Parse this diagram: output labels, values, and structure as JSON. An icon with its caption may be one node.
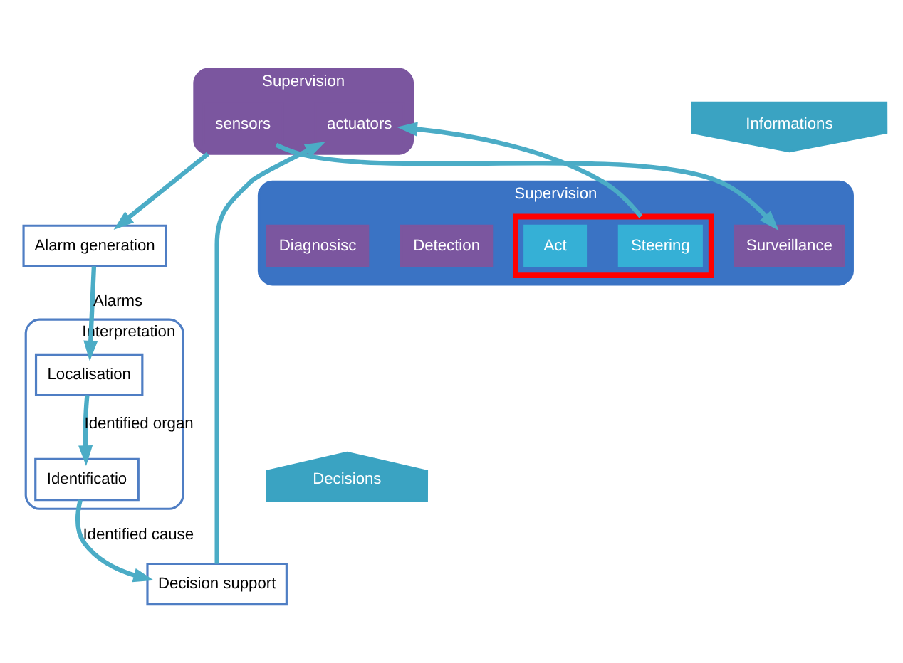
{
  "diagram": {
    "nodes": [
      {
        "text": [
          "Supervision"
        ]
      },
      {
        "text": [
          "sensors"
        ],
        "in": 0
      },
      {
        "text": [
          "actuators"
        ],
        "in": 0
      },
      {
        "text": [
          "Informations"
        ]
      },
      {
        "text": [
          "Decisions"
        ]
      },
      {
        "text": [
          "Supervision"
        ]
      },
      {
        "text": [
          "Surveillance"
        ],
        "in": 5
      },
      {
        "text": [
          "Detection"
        ],
        "in": 5
      },
      {
        "text": [
          "Diagnosisc"
        ],
        "in": 5
      },
      {
        "text": [],
        "shape": "box",
        "in": 5
      },
      {
        "text": [
          "Steering"
        ],
        "in": 9
      },
      {
        "text": [
          "Act"
        ],
        "in": 9
      },
      {
        "text": [
          "Alarm generation"
        ]
      },
      {
        "text": [
          "Interpretation"
        ]
      },
      {
        "text": [
          "Localisation"
        ],
        "in": 13
      },
      {
        "text": [
          "Identificatio"
        ],
        "in": 13
      },
      {
        "text": [
          "Decision support"
        ]
      }
    ],
    "edges": [
      {
        "from": 0,
        "to": 12,
        "arrow": "to"
      },
      {
        "from": 1,
        "to": 6,
        "arrow": "to"
      },
      {
        "from": 9,
        "to": 2,
        "arrow": "to"
      },
      {
        "from": 12,
        "to": 14,
        "label": "Alarms",
        "arrow": "to"
      },
      {
        "from": 14,
        "to": 15,
        "label": "Identified organ",
        "arrow": "to"
      },
      {
        "from": 15,
        "to": 16,
        "label": "Identified cause",
        "arrow": "to"
      },
      {
        "from": 16,
        "to": 2,
        "arrow": "to"
      }
    ]
  }
}
